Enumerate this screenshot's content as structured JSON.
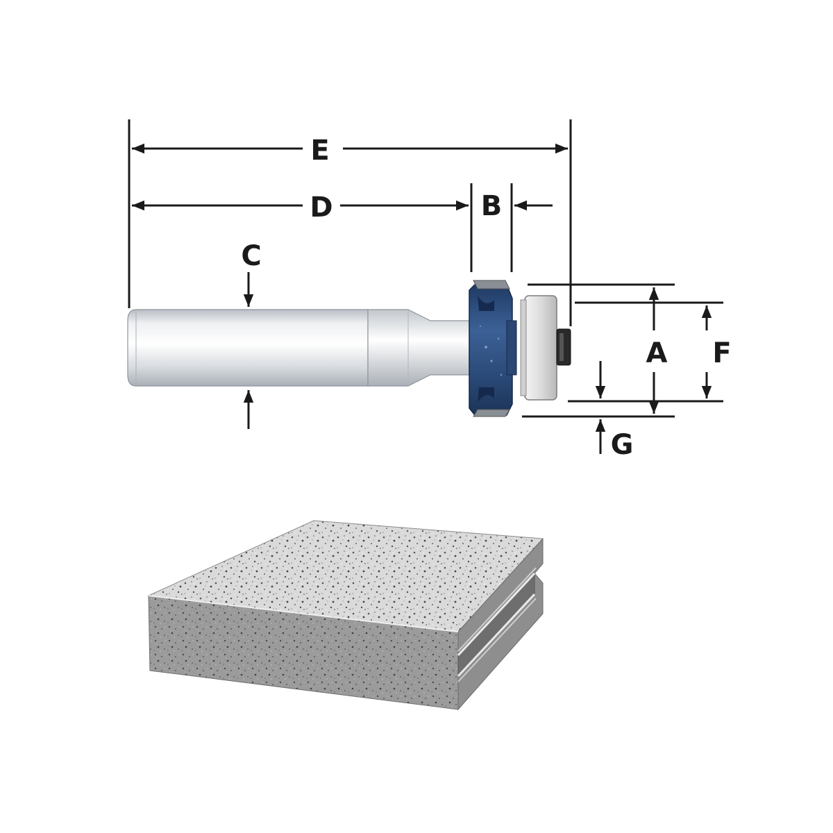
{
  "diagram": {
    "labels": {
      "A": "A",
      "B": "B",
      "C": "C",
      "D": "D",
      "E": "E",
      "F": "F",
      "G": "G"
    },
    "colors": {
      "ink": "#1a1a1a",
      "cutter_blue": "#2c4e80",
      "shank_gray": "#d9dde2",
      "bearing_gray": "#e0e0e0",
      "stone_top": "#d6d6d6",
      "stone_side": "#9a9a9a"
    }
  }
}
